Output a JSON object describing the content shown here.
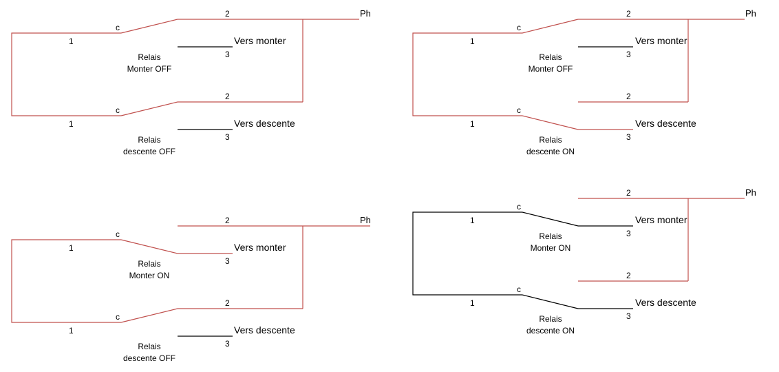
{
  "colors": {
    "live_wire": "#c0504d",
    "dead_wire": "#000000",
    "text": "#000000",
    "background": "#ffffff"
  },
  "labels": {
    "ph": "Ph",
    "common": "c",
    "pin1": "1",
    "pin2": "2",
    "pin3": "3",
    "vers_monter": "Vers monter",
    "vers_descente": "Vers descente",
    "relais": "Relais"
  },
  "panels": [
    {
      "id": "top-left",
      "monter_state": "Monter OFF",
      "descente_state": "descente OFF",
      "loop_live": true
    },
    {
      "id": "top-right",
      "monter_state": "Monter OFF",
      "descente_state": "descente ON",
      "loop_live": true
    },
    {
      "id": "bottom-left",
      "monter_state": "Monter ON",
      "descente_state": "descente OFF",
      "loop_live": true
    },
    {
      "id": "bottom-right",
      "monter_state": "Monter ON",
      "descente_state": "descente ON",
      "loop_live": false
    }
  ]
}
